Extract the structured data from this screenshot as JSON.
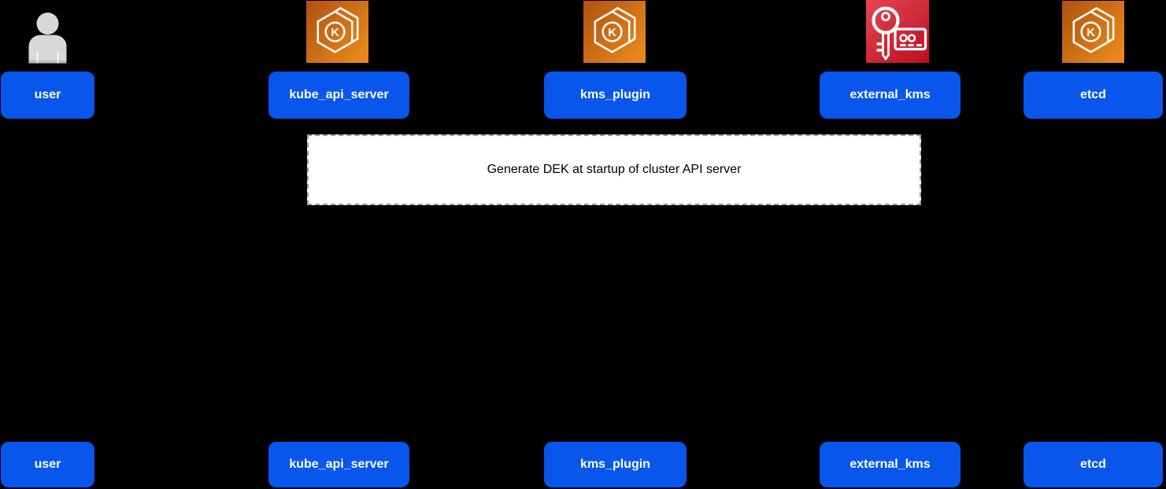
{
  "participants": [
    {
      "id": "user",
      "label": "user",
      "icon": "person-icon"
    },
    {
      "id": "kube_api_server",
      "label": "kube_api_server",
      "icon": "eks-icon"
    },
    {
      "id": "kms_plugin",
      "label": "kms_plugin",
      "icon": "eks-icon"
    },
    {
      "id": "external_kms",
      "label": "external_kms",
      "icon": "kms-key-icon"
    },
    {
      "id": "etcd",
      "label": "etcd",
      "icon": "eks-icon"
    }
  ],
  "note": {
    "text": "Generate DEK at startup of cluster API server"
  },
  "icons": {
    "eks_letter": "K"
  },
  "colors": {
    "background": "#000000",
    "actor_fill": "#0856EB",
    "actor_text": "#FFFFFF",
    "note_fill": "#FFFFFF",
    "note_border": "#9C9C9C",
    "note_text": "#000000",
    "eks_icon_gradient_start": "#AF5110",
    "eks_icon_gradient_end": "#E8881B",
    "kms_icon_gradient_start": "#E2444F",
    "kms_icon_gradient_end": "#B90E21",
    "person_icon_fill": "#D8D8D8"
  }
}
